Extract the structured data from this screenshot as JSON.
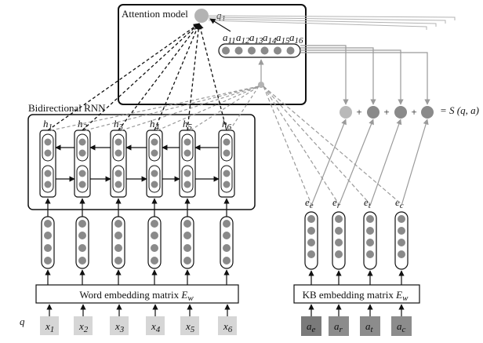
{
  "attention_model": {
    "title": "Attention model",
    "query_node": "q",
    "query_sub": "1"
  },
  "attention_weights": [
    {
      "base": "a",
      "sub": "11"
    },
    {
      "base": "a",
      "sub": "12"
    },
    {
      "base": "a",
      "sub": "13"
    },
    {
      "base": "a",
      "sub": "14"
    },
    {
      "base": "a",
      "sub": "15"
    },
    {
      "base": "a",
      "sub": "16"
    }
  ],
  "rnn": {
    "title": "Bidirectional RNN",
    "hidden": [
      {
        "base": "h",
        "sub": "1"
      },
      {
        "base": "h",
        "sub": "2"
      },
      {
        "base": "h",
        "sub": "3"
      },
      {
        "base": "h",
        "sub": "4"
      },
      {
        "base": "h",
        "sub": "5"
      },
      {
        "base": "h",
        "sub": "6"
      }
    ]
  },
  "word_embedding": {
    "label": "Word embedding matrix ",
    "symbol": "E",
    "sub": "w"
  },
  "query_label": "q",
  "inputs": [
    {
      "base": "x",
      "sub": "1"
    },
    {
      "base": "x",
      "sub": "2"
    },
    {
      "base": "x",
      "sub": "3"
    },
    {
      "base": "x",
      "sub": "4"
    },
    {
      "base": "x",
      "sub": "5"
    },
    {
      "base": "x",
      "sub": "6"
    }
  ],
  "kb_embedding": {
    "label": "KB embedding matrix ",
    "symbol": "E",
    "sub": "w"
  },
  "answer_aspects": [
    {
      "base": "a",
      "sub": "e"
    },
    {
      "base": "a",
      "sub": "r"
    },
    {
      "base": "a",
      "sub": "t"
    },
    {
      "base": "a",
      "sub": "c"
    }
  ],
  "answer_embeddings": [
    {
      "base": "e",
      "sub": "e"
    },
    {
      "base": "e",
      "sub": "r"
    },
    {
      "base": "e",
      "sub": "t"
    },
    {
      "base": "e",
      "sub": "c"
    }
  ],
  "score": {
    "plus": "+",
    "label": "= S (q, a)"
  },
  "colors": {
    "line": "#111111",
    "node_dark": "#8a8a8a",
    "node_light": "#b9b9b9",
    "input_light": "#d6d6d6",
    "input_dark": "#8c8c8c",
    "dashed_grey": "#9a9a9a"
  }
}
